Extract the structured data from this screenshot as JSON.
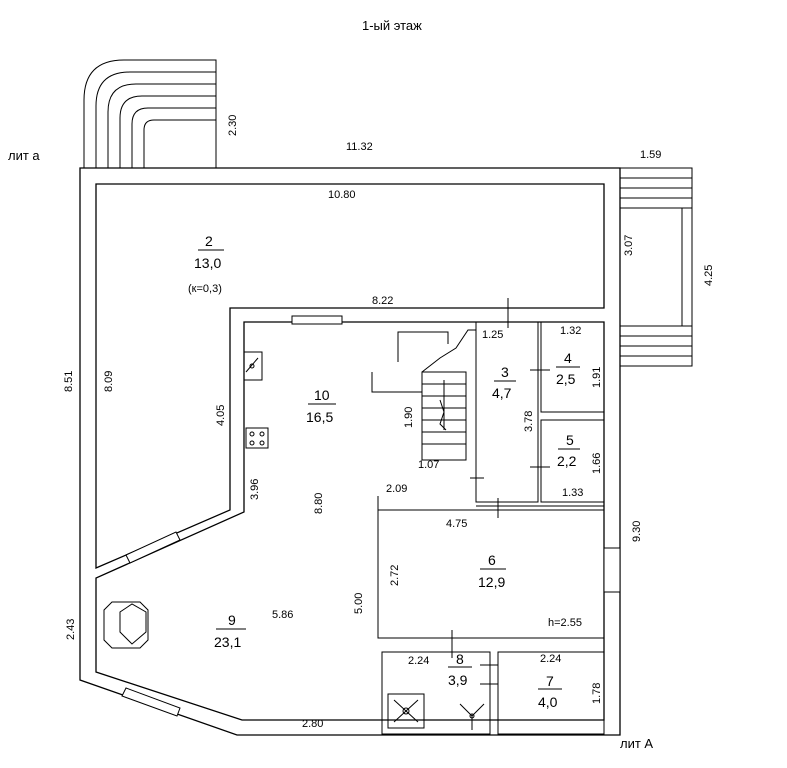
{
  "title": "1-ый этаж",
  "labels": {
    "lit_a": "лит а",
    "lit_A": "лит А"
  },
  "rooms": {
    "r2": {
      "num": "2",
      "area": "13,0",
      "note": "(к=0,3)"
    },
    "r3": {
      "num": "3",
      "area": "4,7"
    },
    "r4": {
      "num": "4",
      "area": "2,5"
    },
    "r5": {
      "num": "5",
      "area": "2,2"
    },
    "r6": {
      "num": "6",
      "area": "12,9",
      "note": "h=2.55"
    },
    "r7": {
      "num": "7",
      "area": "4,0"
    },
    "r8": {
      "num": "8",
      "area": "3,9"
    },
    "r9": {
      "num": "9",
      "area": "23,1"
    },
    "r10": {
      "num": "10",
      "area": "16,5"
    }
  },
  "dims": {
    "d230": "2.30",
    "d1132": "11.32",
    "d159": "1.59",
    "d1080": "10.80",
    "d307": "3.07",
    "d425": "4.25",
    "d822": "8.22",
    "d125": "1.25",
    "d132a": "1.32",
    "d191": "1.91",
    "d405": "4.05",
    "d190": "1.90",
    "d378": "3.78",
    "d851": "8.51",
    "d809": "8.09",
    "d107": "1.07",
    "d166": "1.66",
    "d133": "1.33",
    "d396": "3.96",
    "d880": "8.80",
    "d209": "2.09",
    "d475": "4.75",
    "d930": "9.30",
    "d272": "2.72",
    "d243": "2.43",
    "d586": "5.86",
    "d500": "5.00",
    "d224a": "2.24",
    "d224b": "2.24",
    "d178": "1.78",
    "d280": "2.80"
  }
}
